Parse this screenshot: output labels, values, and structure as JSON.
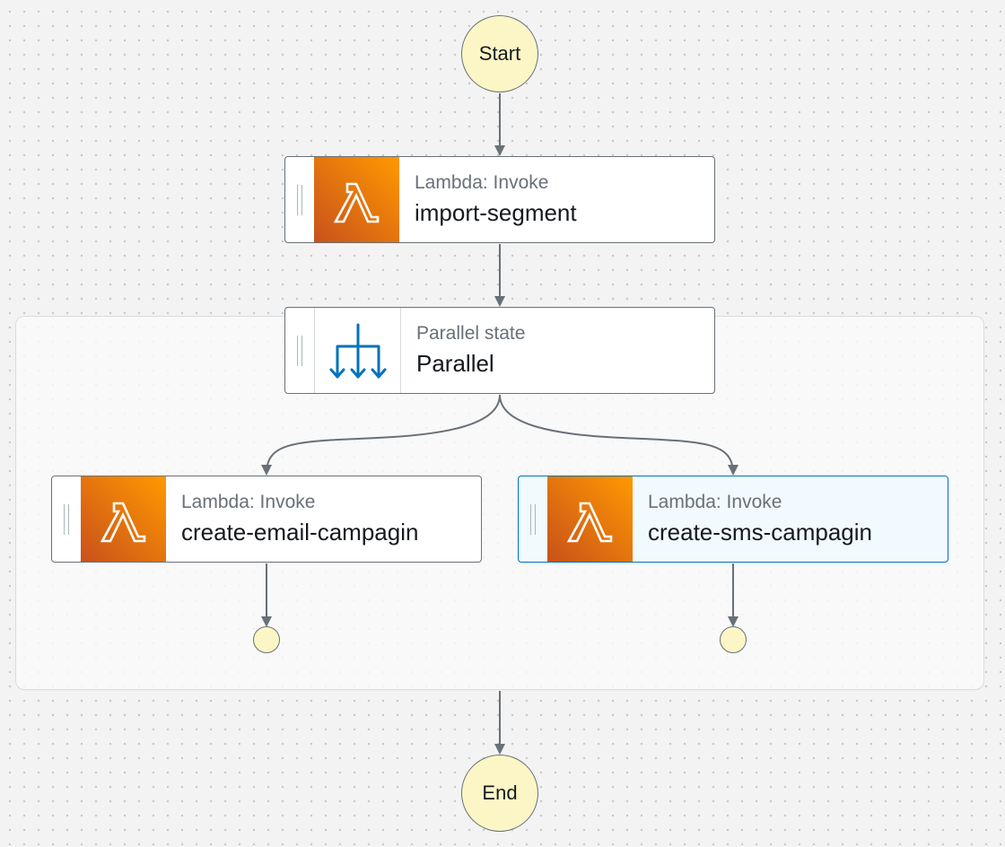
{
  "diagram": {
    "start_label": "Start",
    "end_label": "End",
    "states": {
      "import_segment": {
        "type_label": "Lambda: Invoke",
        "name": "import-segment",
        "icon": "lambda-icon"
      },
      "parallel": {
        "type_label": "Parallel state",
        "name": "Parallel",
        "icon": "parallel-icon"
      },
      "create_email_campaign": {
        "type_label": "Lambda: Invoke",
        "name": "create-email-campagin",
        "icon": "lambda-icon"
      },
      "create_sms_campaign": {
        "type_label": "Lambda: Invoke",
        "name": "create-sms-campagin",
        "icon": "lambda-icon",
        "selected": true
      }
    },
    "colors": {
      "lambda_gradient_start": "#c8511b",
      "lambda_gradient_end": "#ff9900",
      "parallel_icon": "#0073bb",
      "selected_border": "#0073bb",
      "terminal_fill": "#fcf6c6",
      "edge": "#687078"
    }
  }
}
